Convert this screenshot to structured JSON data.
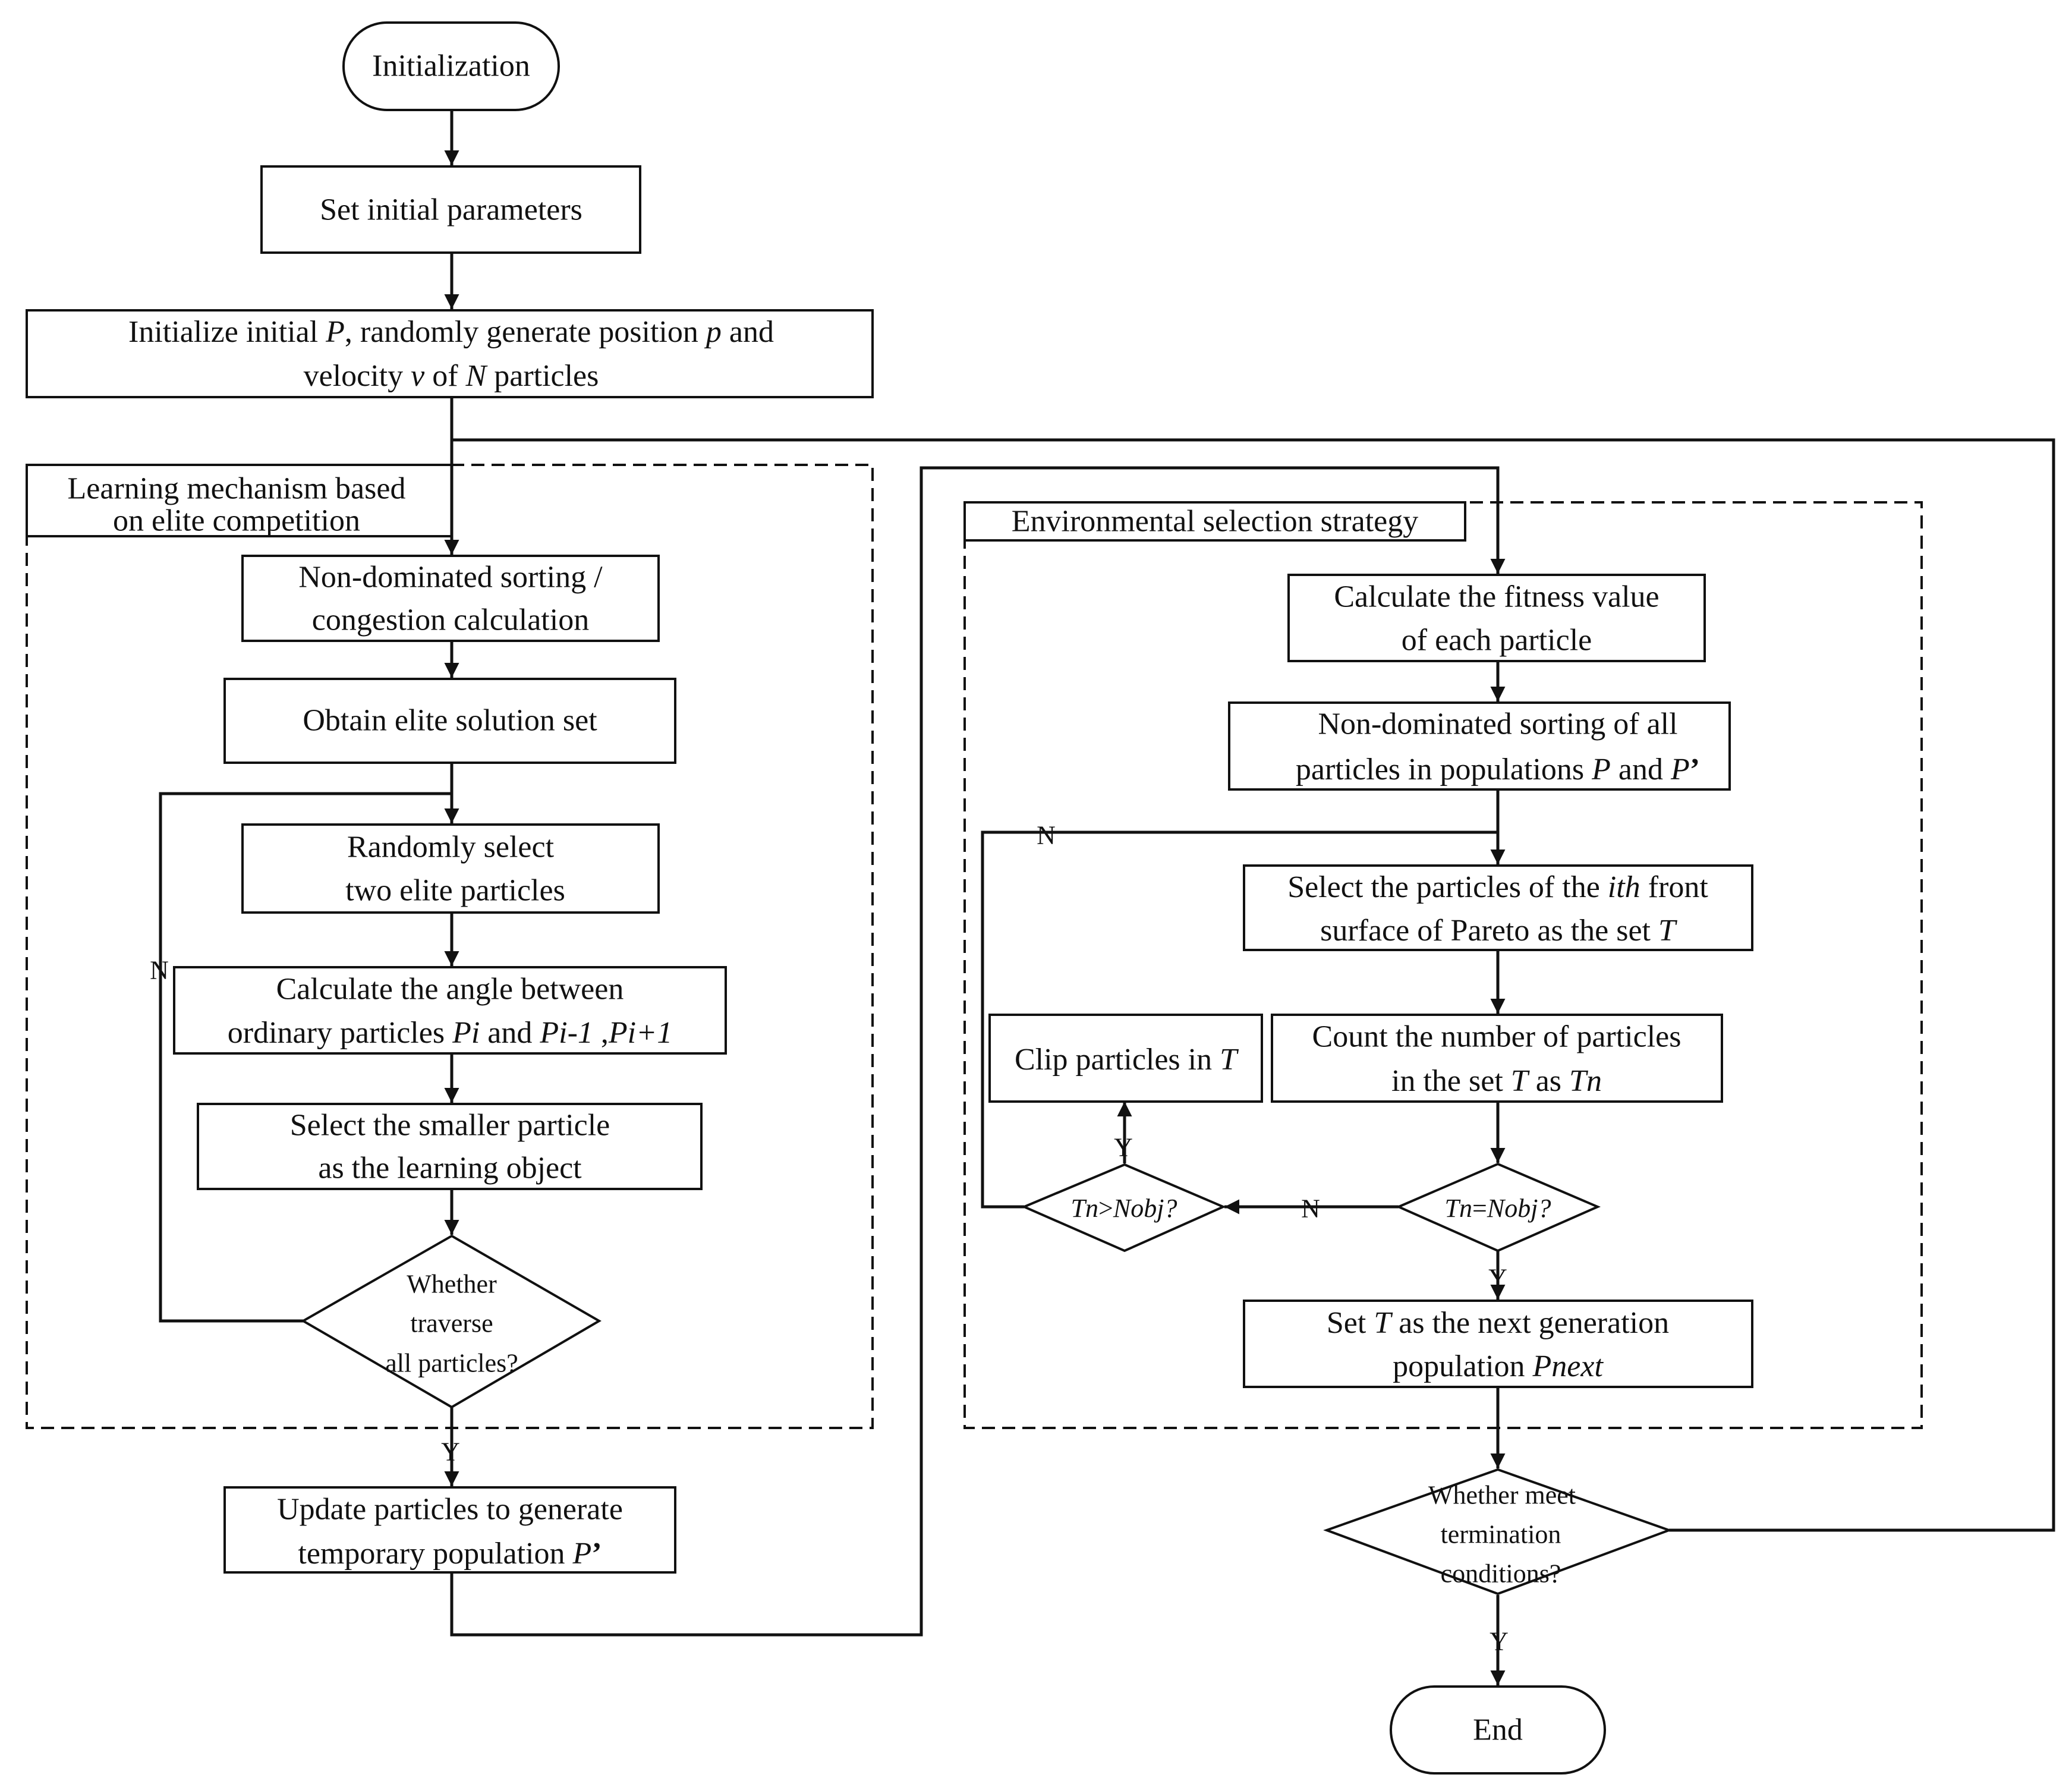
{
  "nodes": {
    "initialization": "Initialization",
    "set_initial_parameters": "Set initial parameters",
    "init_pop": {
      "line1_pre": "Initialize initial ",
      "line1_P": "P",
      "line1_mid": ", randomly generate position ",
      "line1_p": "p",
      "line1_post": " and",
      "line2_pre": "velocity ",
      "line2_v": "v",
      "line2_mid": " of ",
      "line2_N": "N",
      "line2_post": " particles"
    },
    "learning_group_line1": "Learning mechanism based",
    "learning_group_line2": "on elite competition",
    "nds_line1": "Non-dominated sorting /",
    "nds_line2": "congestion calculation",
    "obtain_elite": "Obtain elite solution set",
    "random_select_line1": "Randomly select",
    "random_select_line2": "two elite particles",
    "calc_angle": {
      "line1": "Calculate the angle between",
      "line2_pre": "ordinary particles ",
      "Pi": "Pi",
      "and": " and ",
      "Pim1": "Pi-1",
      "sep": " ,",
      "Pip1": "Pi+1"
    },
    "select_smaller_line1": "Select the smaller particle",
    "select_smaller_line2": "as the learning object",
    "traverse_line1": "Whether",
    "traverse_line2": "traverse",
    "traverse_line3": "all particles?",
    "update": {
      "line1": "Update particles to generate",
      "line2_pre": "temporary population ",
      "line2_P": "P",
      "line2_prime": "’"
    },
    "env_group": "Environmental selection strategy",
    "fitness_line1": "Calculate the fitness value",
    "fitness_line2": "of each particle",
    "nds_all": {
      "line1": "Non-dominated sorting of all",
      "line2_pre": "particles in populations ",
      "P": "P",
      "and": " and ",
      "P2": "P",
      "prime": "’"
    },
    "select_front": {
      "line1_pre": "Select the particles of the ",
      "ith": "ith",
      "line1_post": " front",
      "line2_pre": "surface of Pareto as the set ",
      "T": "T"
    },
    "count": {
      "line1": "Count the number of particles",
      "line2_pre": "in the set ",
      "T": "T",
      "line2_mid": " as ",
      "Tn": "Tn"
    },
    "clip": {
      "pre": "Clip particles in ",
      "T": "T"
    },
    "tn_gt": {
      "Tn": "Tn",
      "op": ">",
      "Nobj": "Nobj",
      "q": "?"
    },
    "tn_eq": {
      "Tn": "Tn",
      "op": "=",
      "Nobj": "Nobj",
      "q": "?"
    },
    "set_next": {
      "line1_pre": "Set ",
      "T": "T",
      "line1_post": " as the next generation",
      "line2_pre": "population ",
      "Pnext": "Pnext"
    },
    "terminate_line1": "Whether meet",
    "terminate_line2": "termination",
    "terminate_line3": "conditions?",
    "end": "End"
  },
  "edge_labels": {
    "n_traverse": "N",
    "y_traverse": "Y",
    "n_front": "N",
    "y_clip": "Y",
    "n_eq": "N",
    "y_eq": "Y",
    "y_terminate": "Y"
  }
}
